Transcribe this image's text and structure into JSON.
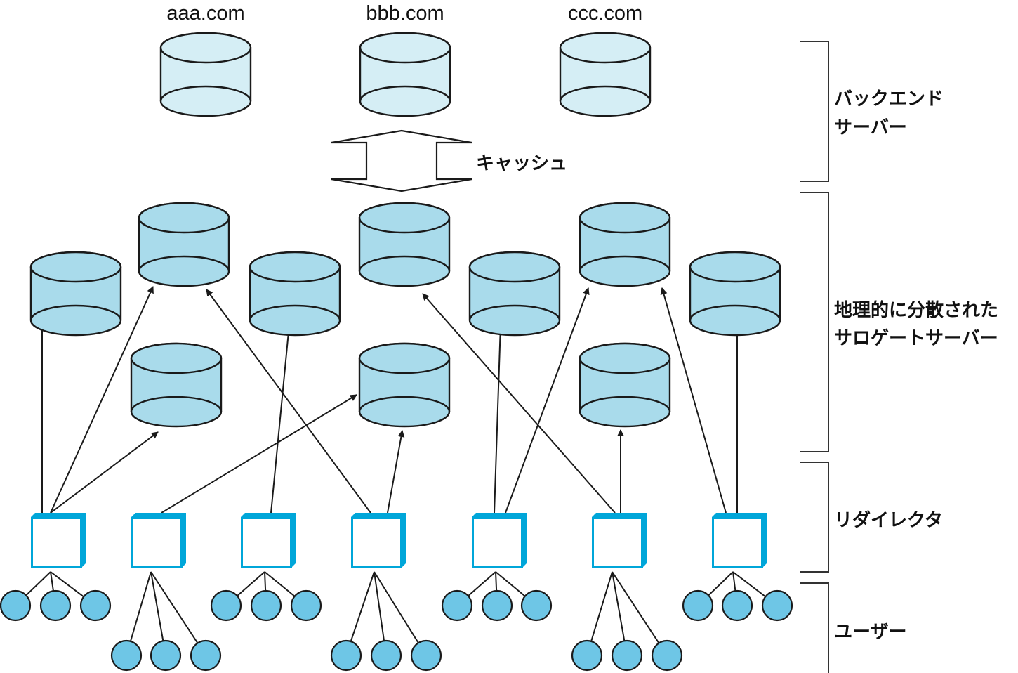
{
  "colors": {
    "backend_fill": "#d5eef5",
    "surrogate_fill": "#a9dbeb",
    "user_fill": "#6ec6e6",
    "redirector_border": "#00a6d9",
    "stroke": "#1a1a1a"
  },
  "backend_servers": [
    {
      "label": "aaa.com"
    },
    {
      "label": "bbb.com"
    },
    {
      "label": "ccc.com"
    }
  ],
  "cache_label": "キャッシュ",
  "layers": [
    {
      "id": "backend",
      "lines": [
        "バックエンド",
        "サーバー"
      ]
    },
    {
      "id": "surrogate",
      "lines": [
        "地理的に分散された",
        "サロゲートサーバー"
      ]
    },
    {
      "id": "redirector",
      "lines": [
        "リダイレクタ"
      ]
    },
    {
      "id": "users",
      "lines": [
        "ユーザー"
      ]
    }
  ],
  "surrogate_count": 10,
  "redirector_count": 7,
  "users_per_redirector": 3
}
